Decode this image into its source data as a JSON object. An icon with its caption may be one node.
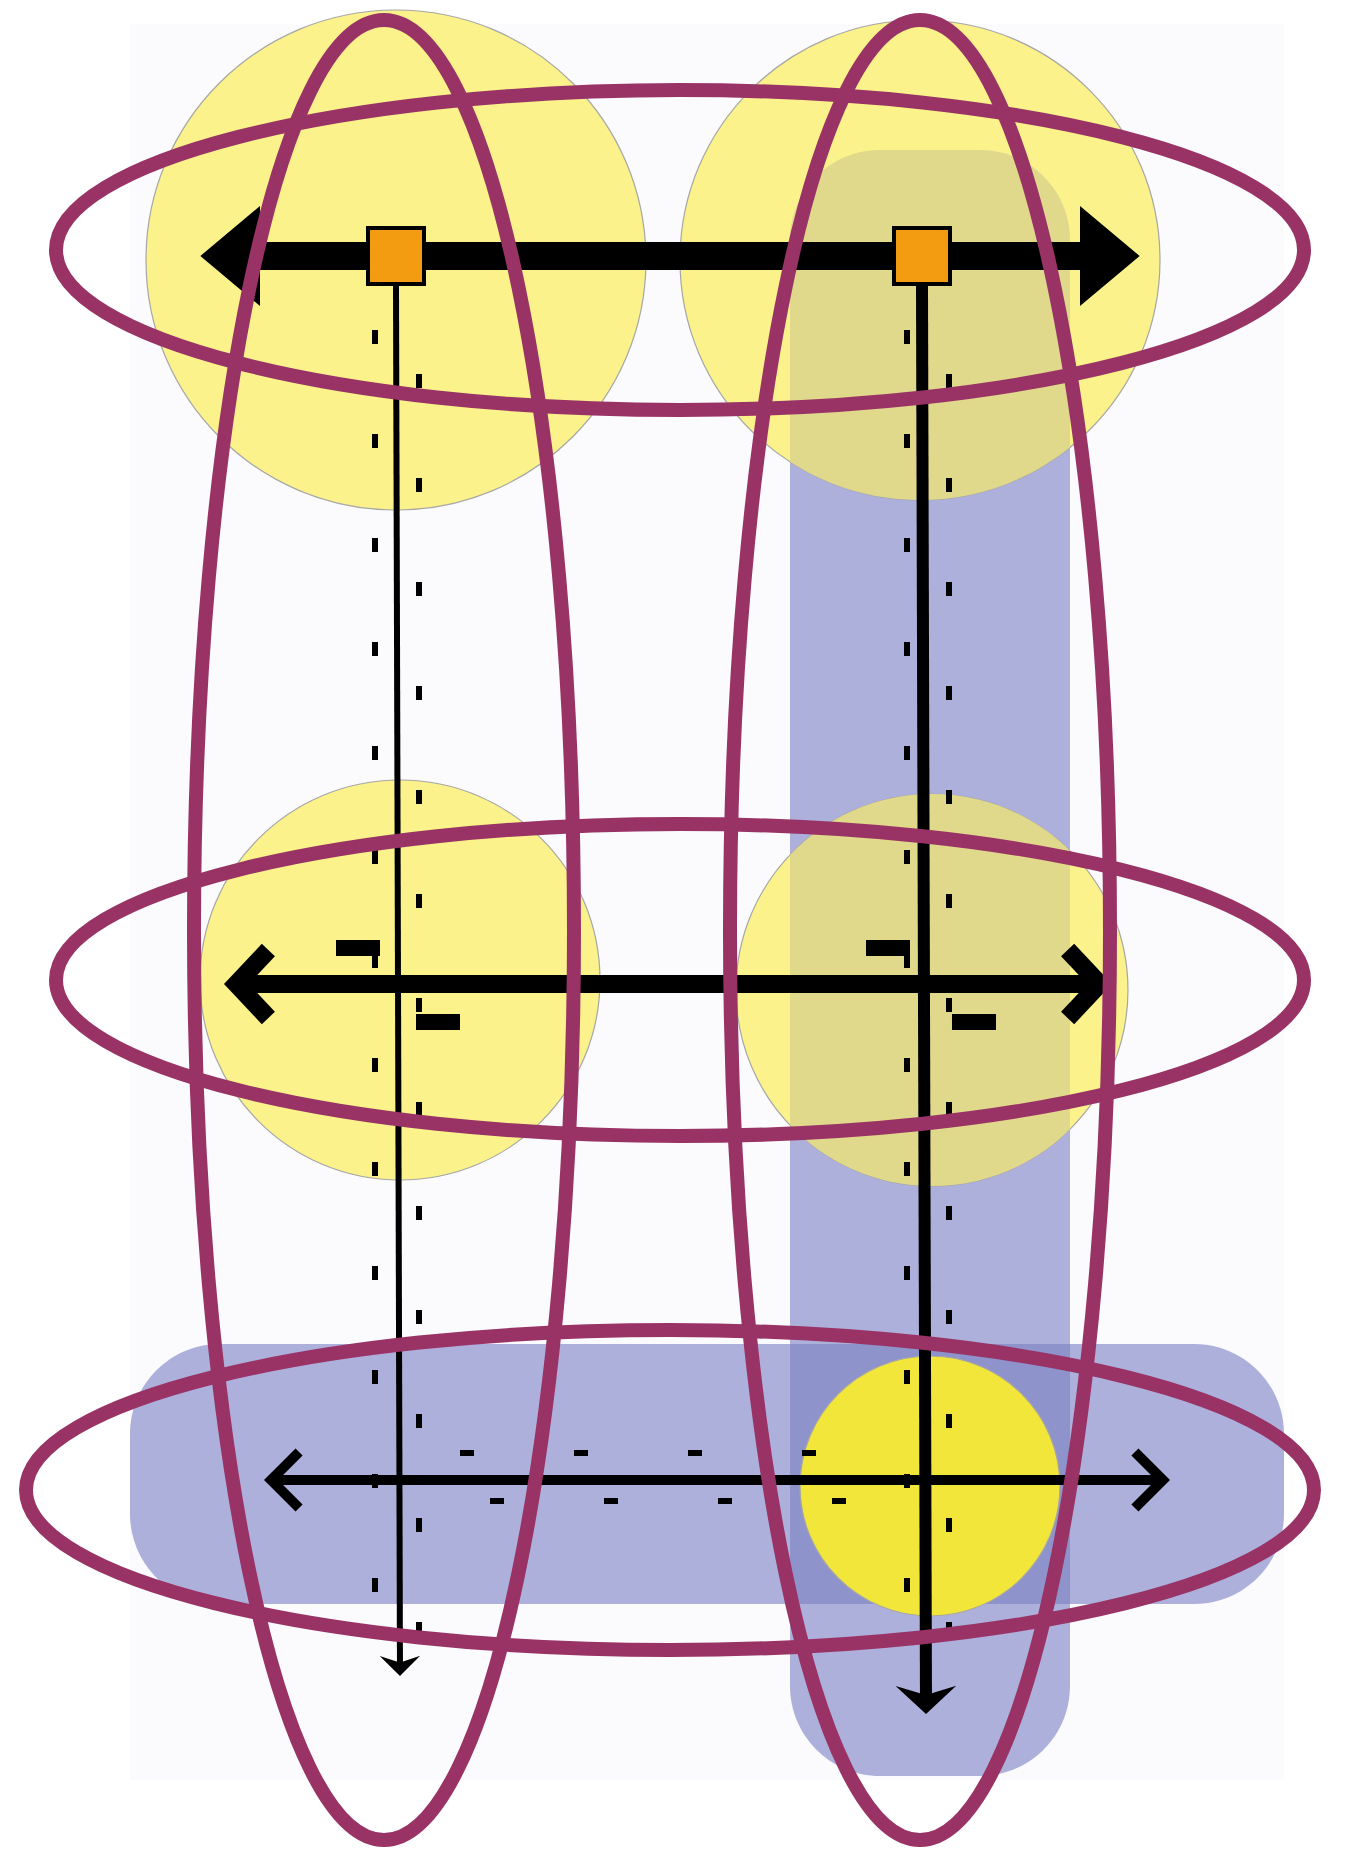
{
  "diagram": {
    "nodes": [
      {
        "text": [],
        "shape": "box"
      },
      {
        "text": [],
        "shape": "box"
      }
    ],
    "edges": [
      {
        "from": 0,
        "to": null,
        "arrow": "to"
      },
      {
        "from": 1,
        "to": null,
        "arrow": "to"
      },
      {
        "from": 0,
        "to": 1,
        "arrow": "none"
      },
      {
        "from": 0,
        "to": null,
        "arrow": "to"
      },
      {
        "from": 1,
        "to": null,
        "arrow": "to"
      }
    ]
  }
}
